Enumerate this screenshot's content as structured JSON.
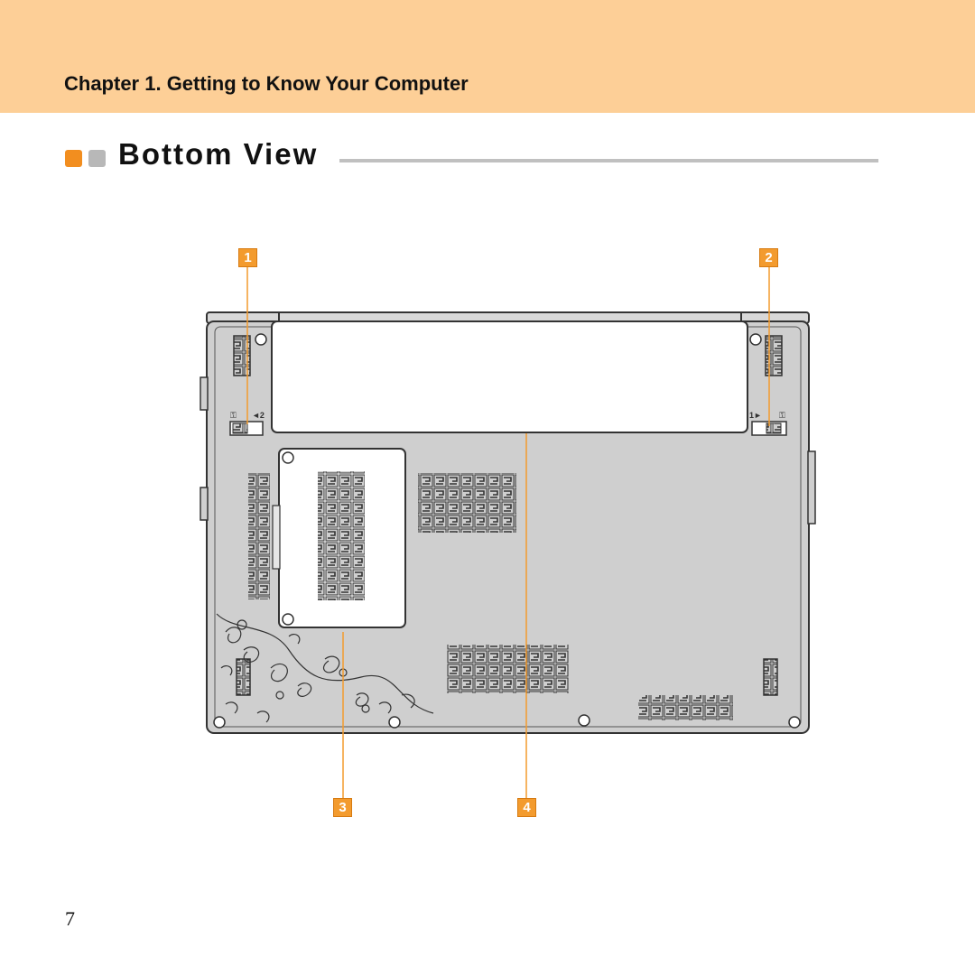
{
  "header": {
    "chapter_title": "Chapter 1. Getting to Know Your Computer"
  },
  "section": {
    "title": "Bottom View"
  },
  "figure": {
    "callouts": [
      "1",
      "2",
      "3",
      "4"
    ],
    "latch_left_label": "◄2",
    "latch_right_label": "1►",
    "callout_color": "#f39b2e",
    "leader_color": "#f39b2e"
  },
  "footer": {
    "page_number": "7"
  },
  "colors": {
    "header_band": "#fdcf97",
    "bullet_accent": "#f28e1f",
    "bullet_secondary": "#b8b8b8",
    "rule": "#c0c0c0",
    "chassis": "#cfcfcf"
  }
}
